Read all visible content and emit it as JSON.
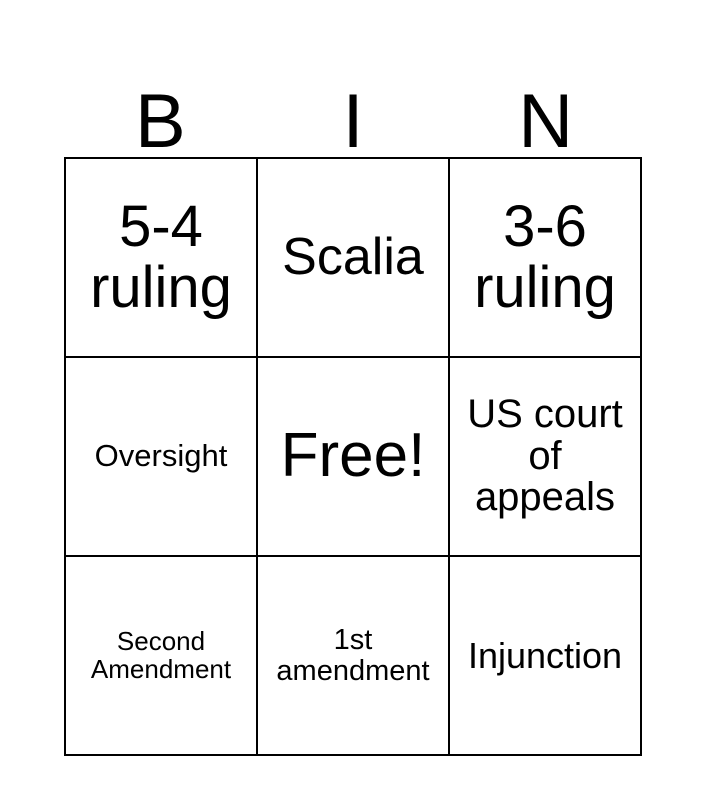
{
  "card": {
    "columns": [
      {
        "letter": "B"
      },
      {
        "letter": "I"
      },
      {
        "letter": "N"
      }
    ],
    "rows": [
      {
        "cells": [
          {
            "text": "5-4 ruling",
            "size_class": "sz-58",
            "free": false
          },
          {
            "text": "Scalia",
            "size_class": "sz-52",
            "free": false
          },
          {
            "text": "3-6 ruling",
            "size_class": "sz-58",
            "free": false
          }
        ]
      },
      {
        "cells": [
          {
            "text": "Oversight",
            "size_class": "sz-31",
            "free": false
          },
          {
            "text": "Free!",
            "size_class": "sz-62",
            "free": true
          },
          {
            "text": "US court of appeals",
            "size_class": "sz-40",
            "free": false
          }
        ]
      },
      {
        "cells": [
          {
            "text": "Second Amendment",
            "size_class": "sz-26",
            "free": false
          },
          {
            "text": "1st amendment",
            "size_class": "sz-29",
            "free": false
          },
          {
            "text": "Injunction",
            "size_class": "sz-36",
            "free": false
          }
        ]
      }
    ],
    "colors": {
      "background": "#ffffff",
      "text": "#000000",
      "border": "#000000"
    }
  }
}
